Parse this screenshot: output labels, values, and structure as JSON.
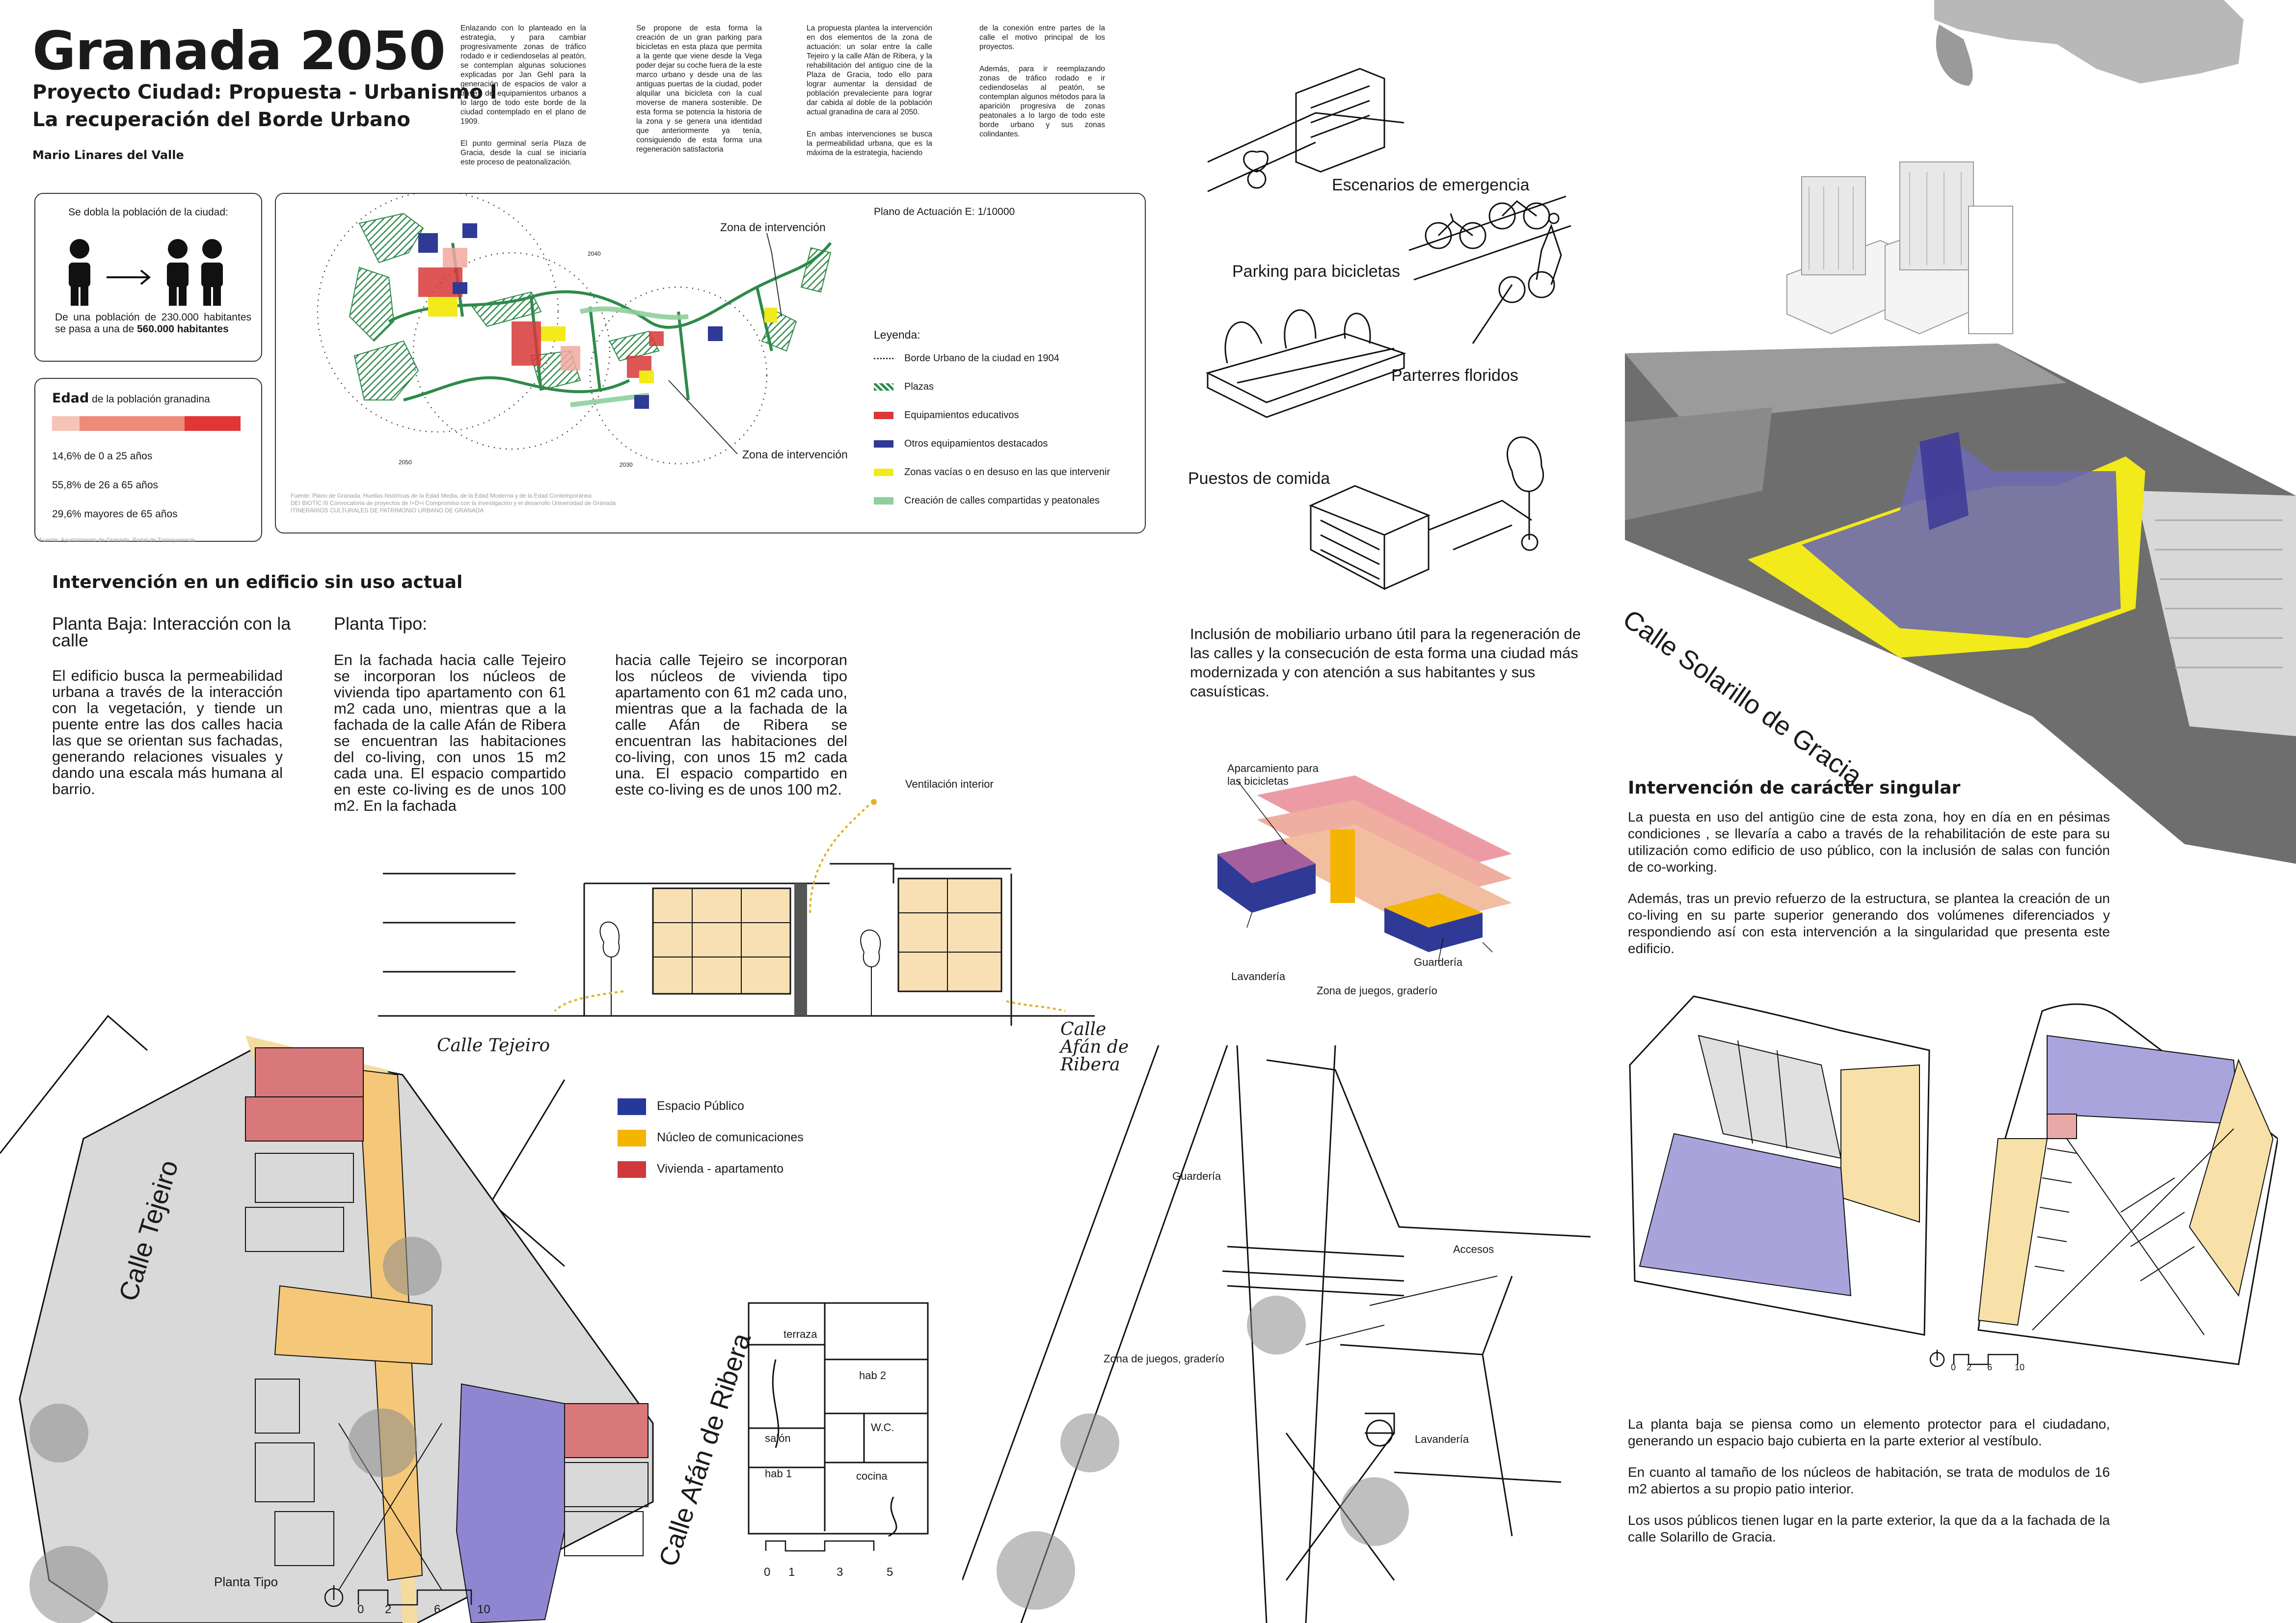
{
  "header": {
    "title": "Granada 2050",
    "subtitle1": "Proyecto Ciudad: Propuesta - Urbanismo I",
    "subtitle2": "La recuperación del Borde Urbano",
    "author": "Mario Linares del Valle"
  },
  "intro": {
    "col1_p1": "Enlazando con lo planteado en la estrategia, y para cambiar progresivamente zonas de tráfico rodado e ir cediendoselas al peatón, se contemplan algunas soluciones explicadas por Jan Gehl para la generación de espacios de valor a través de equipamientos urbanos a lo largo de todo este borde de la ciudad contemplado en el plano de 1909.",
    "col1_p2": "El punto germinal sería Plaza de Gracia, desde la cual se iniciaría este proceso de peatonalización.",
    "col2_p1": "Se propone de esta forma la creación de un gran parking para bicicletas en esta plaza que permita a la gente que viene desde la Vega poder dejar su coche fuera de la este marco urbano y desde una de las antiguas puertas de la ciudad, poder alquilar una bicicleta con la cual moverse de manera sostenible. De esta forma se potencia la historia de la zona y se genera una identidad que anteriormente ya tenía, consiguiendo de esta forma una regeneración satisfactoria",
    "col3_p1": "La propuesta plantea la intervención en dos elementos de la zona de actuación: un solar entre la calle Tejeiro y la calle Afán de Ribera, y la rehabilitación del antiguo cine de la Plaza de Gracia, todo ello para lograr aumentar la densidad de población prevaleciente para lograr dar cabida al doble de la población actual granadina de cara al 2050.",
    "col3_p2": "En ambas intervenciones se busca la permeabilidad urbana, que es la máxima de la estrategia, haciendo",
    "col4_p1": "de la conexión entre partes de la calle el motivo principal de los proyectos.",
    "col4_p2": "Además, para ir reemplazando zonas de tráfico rodado e ir cediendoselas al peatón, se contemplan algunos métodos para la aparición progresiva de zonas peatonales a lo largo de todo este borde urbano y sus zonas colindantes."
  },
  "population": {
    "caption": "Se dobla la población de la ciudad:",
    "text_pre": "De una población de 230.000 habitantes se pasa a una de ",
    "text_bold": "560.000 habitantes"
  },
  "edad": {
    "title": "Edad",
    "title_rest": " de la población granadina",
    "lines": [
      "14,6% de 0 a 25 años",
      "55,8% de 26 a 65 años",
      "29,6% mayores de 65 años"
    ],
    "shares": [
      0.146,
      0.558,
      0.296
    ],
    "colors": [
      "#f6c4b6",
      "#ee8a78",
      "#e03636"
    ]
  },
  "source_small": "Fuente: Ayuntamiento de Granada. Portal de Transparencia",
  "map": {
    "plan_title": "Plano de Actuación E: 1/10000",
    "zona1": "Zona de intervención",
    "zona2": "Zona de intervención",
    "year_2040": "2040",
    "year_2050": "2050",
    "year_2030": "2030",
    "source": "Fuente: Plano de Granada. Huellas históricas de la Edad Media, de la Edad Moderna y de la Edad Contemporánea",
    "source2": "DEI BIOTIC III Convocatoria de proyectos de I+D+i Compromiso con la investigación y el desarrollo Universidad de Granada",
    "source3": "ITINERARIOS CULTURALES DE PATRIMONIO URBANO DE GRANADA",
    "legend_title": "Leyenda:",
    "legend": [
      {
        "label": "Borde Urbano de la ciudad en 1904",
        "color": "#333333",
        "kind": "dots"
      },
      {
        "label": "Plazas",
        "color": "#2f8a4a",
        "kind": "hatch"
      },
      {
        "label": "Equipamientos educativos",
        "color": "#d93838",
        "kind": "fill"
      },
      {
        "label": "Otros equipamientos destacados",
        "color": "#2e3a96",
        "kind": "fill"
      },
      {
        "label": "Zonas vacías o en desuso en las que intervenir",
        "color": "#f2ea1a",
        "kind": "fill"
      },
      {
        "label": "Creación de calles compartidas y peatonales",
        "color": "#8fcf9c",
        "kind": "fill"
      }
    ]
  },
  "sketches": {
    "escenarios": "Escenarios de emergencia",
    "parking": "Parking para bicicletas",
    "parterres": "Parterres floridos",
    "puestos": "Puestos de comida",
    "mobiliario": "Inclusión de mobiliario urbano útil para la regeneración de las calles y la consecución de esta forma una ciudad más modernizada y con atención a sus habitantes y sus casuísticas."
  },
  "street_photo": "Calle Solarillo de Gracia",
  "edificio": {
    "heading": "Intervención en un edificio sin uso actual",
    "pb_title": "Planta Baja: Interacción con la calle",
    "pb_text": "El edificio busca la permeabilidad urbana a través de la interacción con la vegetación, y tiende un puente entre las dos calles hacia las que se orientan sus fachadas, generando relaciones visuales y dando una escala más humana al barrio.",
    "pt_title": "Planta Tipo:",
    "pt_text": "En la fachada hacia calle Tejeiro se incorporan los núcleos de vivienda tipo apartamento con 61 m2 cada uno, mientras que a la fachada de la calle Afán de Ribera se encuentran las habitaciones del co-living, con unos 15 m2 cada una. El espacio compartido en este co-living es de unos 100 m2. En la fachada",
    "pt_text2": "hacia calle Tejeiro se incorporan los núcleos de vivienda tipo apartamento con 61 m2 cada uno, mientras que a la fachada de la calle Afán de Ribera se encuentran las habitaciones del co-living, con unos 15 m2 cada una. El espacio compartido en este co-living es de unos 100 m2.",
    "ventilacion": "Ventilación interior",
    "calle_tejeiro_hand": "Calle Tejeiro",
    "calle_afan_hand": "Calle Afán de Ribera"
  },
  "axon": {
    "aparcamiento": "Aparcamiento para las bicicletas",
    "lavanderia": "Lavandería",
    "guarderia": "Guardería",
    "zona_juegos": "Zona de juegos, graderío"
  },
  "plan_legend": [
    {
      "label": "Espacio Público",
      "color": "#25399a"
    },
    {
      "label": "Núcleo de comunicaciones",
      "color": "#f4b400"
    },
    {
      "label": "Vivienda - apartamento",
      "color": "#d0393c"
    }
  ],
  "plan": {
    "calle_tejeiro": "Calle Tejeiro",
    "calle_afan": "Calle Afán de Ribera",
    "planta_tipo": "Planta Tipo",
    "scale": [
      "0",
      "2",
      "6",
      "10"
    ]
  },
  "apartment": {
    "terraza": "terraza",
    "hab2": "hab 2",
    "wc": "W.C.",
    "salon": "salón",
    "hab1": "hab 1",
    "cocina": "cocina",
    "scale": [
      "0",
      "1",
      "3",
      "5"
    ]
  },
  "ground": {
    "guarderia": "Guardería",
    "accesos": "Accesos",
    "zona_juegos": "Zona de juegos, graderío",
    "lavanderia": "Lavandería"
  },
  "singular": {
    "heading": "Intervención de carácter singular",
    "p1": "La puesta en uso del antigüo cine de esta zona, hoy en día en en pésimas condiciones , se llevaría a cabo a través de la rehabilitación de este para su utilización como edificio de uso público, con la inclusión de salas con función de co-working.",
    "p2": "Además, tras un previo refuerzo de la estructura, se plantea la creación de un co-living en su parte superior generando dos volúmenes diferenciados y respondiendo así con esta intervención a la singularidad que presenta este edificio.",
    "scale": [
      "0",
      "2",
      "6",
      "10"
    ],
    "p3": "La planta baja se piensa como un elemento protector para el ciudadano, generando un espacio bajo cubierta en la parte exterior al vestíbulo.",
    "p4": "En cuanto al tamaño de los núcleos de habitación, se trata de modulos de 16 m2 abiertos a su propio patio interior.",
    "p5": "Los usos públicos tienen lugar en la parte exterior, la que da a la fachada de la calle Solarillo de Gracia."
  }
}
